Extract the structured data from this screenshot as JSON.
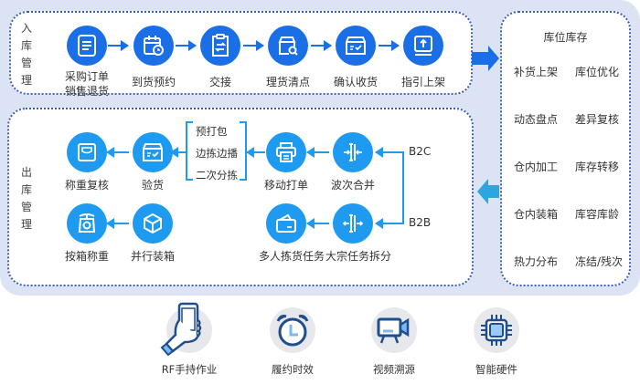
{
  "inbound": {
    "title_chars": [
      "入",
      "库",
      "管",
      "理"
    ],
    "steps": [
      {
        "icon": "document-list-icon",
        "label_lines": [
          "采购订单",
          "销售退货"
        ]
      },
      {
        "icon": "calendar-clock-icon",
        "label_lines": [
          "到货预约"
        ]
      },
      {
        "icon": "clipboard-swap-icon",
        "label_lines": [
          "交接"
        ]
      },
      {
        "icon": "box-search-icon",
        "label_lines": [
          "理货清点"
        ]
      },
      {
        "icon": "box-check-icon",
        "label_lines": [
          "确认收货"
        ]
      },
      {
        "icon": "upload-shelf-icon",
        "label_lines": [
          "指引上架"
        ]
      }
    ]
  },
  "inventory": {
    "title": "库位库存",
    "items": [
      [
        "补货上架",
        "库位优化"
      ],
      [
        "动态盘点",
        "差异复核"
      ],
      [
        "仓内加工",
        "库存转移"
      ],
      [
        "仓内装箱",
        "库容库龄"
      ],
      [
        "热力分布",
        "冻结/残次"
      ]
    ]
  },
  "outbound": {
    "title_chars": [
      "出",
      "库",
      "管",
      "理"
    ],
    "top_row": [
      {
        "icon": "scale-icon",
        "label": "称重复核"
      },
      {
        "icon": "box-check-icon",
        "label": "验货"
      },
      {
        "icon": "printer-icon",
        "label": "移动打单"
      },
      {
        "icon": "merge-icon",
        "label": "波次合并"
      }
    ],
    "bottom_row": [
      {
        "icon": "weighing-scale-icon",
        "label": "按箱称重"
      },
      {
        "icon": "cube-box-icon",
        "label": "并行装箱"
      },
      {
        "icon": "wallet-task-icon",
        "label": "多人拣货任务"
      },
      {
        "icon": "split-icon",
        "label": "大宗任务拆分"
      }
    ],
    "picking_modes": [
      "预打包",
      "边拣边播",
      "二次分拣"
    ],
    "channels": [
      "B2C",
      "B2B"
    ]
  },
  "features": [
    {
      "icon": "rf-handheld-icon",
      "label": "RF手持作业"
    },
    {
      "icon": "alarm-clock-icon",
      "label": "履约时效"
    },
    {
      "icon": "video-camera-icon",
      "label": "视频溯源"
    },
    {
      "icon": "chip-icon",
      "label": "智能硬件"
    }
  ],
  "colors": {
    "primary_dark": "#1a6fe6",
    "primary_light": "#1e9bf0",
    "panel_bg": "#dbe3f4",
    "border_dotted": "#3a5bbf"
  }
}
